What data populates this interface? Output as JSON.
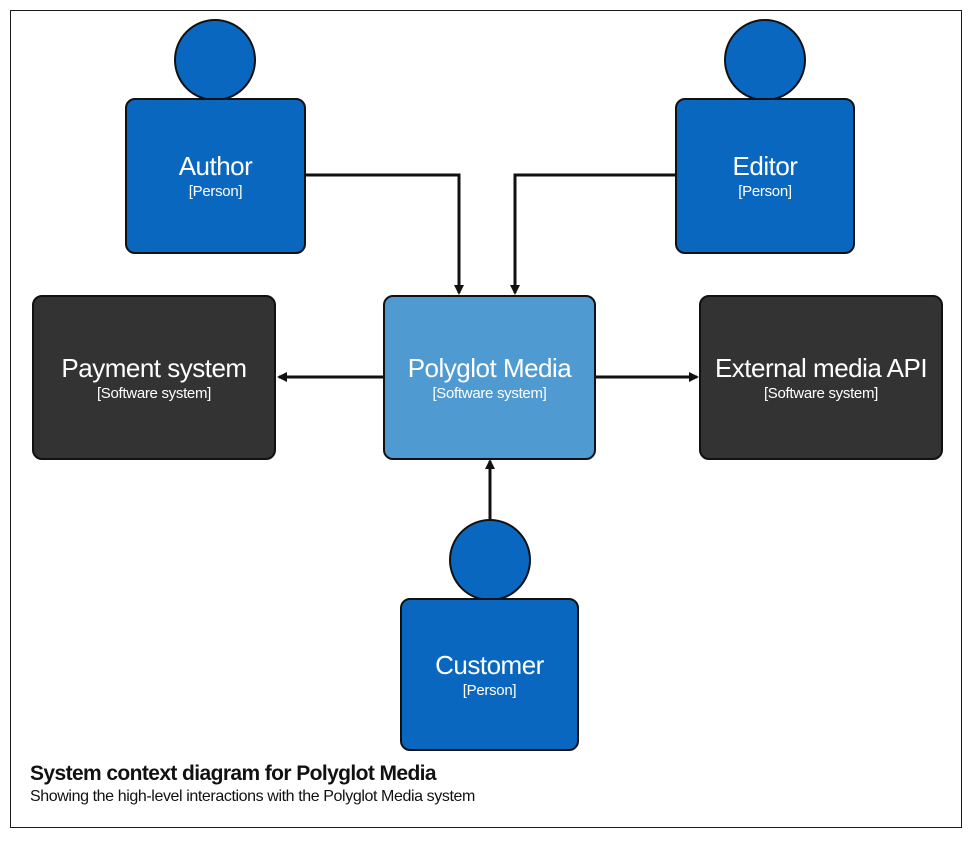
{
  "colors": {
    "person": "#0a67bf",
    "core_system": "#4f9bd1",
    "external_system": "#333333",
    "outline": "#111111"
  },
  "diagram": {
    "nodes": {
      "author": {
        "name": "Author",
        "kind": "[Person]"
      },
      "editor": {
        "name": "Editor",
        "kind": "[Person]"
      },
      "polyglot": {
        "name": "Polyglot Media",
        "kind": "[Software system]"
      },
      "payment": {
        "name": "Payment system",
        "kind": "[Software system]"
      },
      "external_api": {
        "name": "External media API",
        "kind": "[Software system]"
      },
      "customer": {
        "name": "Customer",
        "kind": "[Person]"
      }
    }
  },
  "caption": {
    "title": "System context diagram for Polyglot Media",
    "subtitle": "Showing the high-level interactions with the Polyglot Media system"
  }
}
